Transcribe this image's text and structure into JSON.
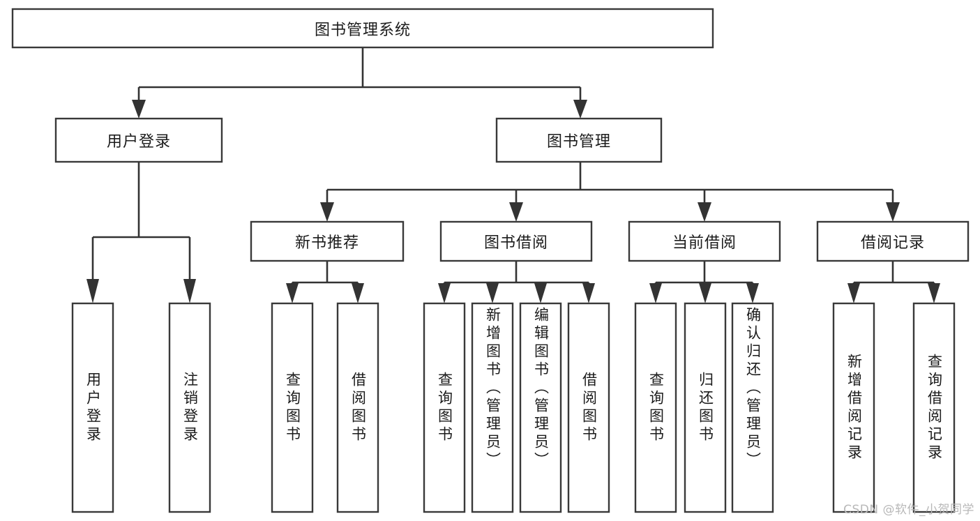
{
  "diagram": {
    "type": "hierarchy-tree",
    "title": "图书管理系统",
    "root": {
      "id": "root",
      "label": "图书管理系统",
      "orientation": "horizontal"
    },
    "level1": [
      {
        "id": "user-login",
        "label": "用户登录",
        "orientation": "horizontal"
      },
      {
        "id": "book-management",
        "label": "图书管理",
        "orientation": "horizontal"
      }
    ],
    "level2": [
      {
        "id": "new-book-recommend",
        "label": "新书推荐",
        "orientation": "horizontal",
        "parent": "book-management"
      },
      {
        "id": "book-borrow",
        "label": "图书借阅",
        "orientation": "horizontal",
        "parent": "book-management"
      },
      {
        "id": "current-borrow",
        "label": "当前借阅",
        "orientation": "horizontal",
        "parent": "book-management"
      },
      {
        "id": "borrow-record",
        "label": "借阅记录",
        "orientation": "horizontal",
        "parent": "book-management"
      }
    ],
    "leaves": [
      {
        "id": "leaf-user-login",
        "label": "用户登录",
        "orientation": "vertical",
        "parent": "user-login"
      },
      {
        "id": "leaf-user-logout",
        "label": "注销登录",
        "orientation": "vertical",
        "parent": "user-login"
      },
      {
        "id": "leaf-query-book-1",
        "label": "查询图书",
        "orientation": "vertical",
        "parent": "new-book-recommend"
      },
      {
        "id": "leaf-borrow-book-1",
        "label": "借阅图书",
        "orientation": "vertical",
        "parent": "new-book-recommend"
      },
      {
        "id": "leaf-query-book-2",
        "label": "查询图书",
        "orientation": "vertical",
        "parent": "book-borrow"
      },
      {
        "id": "leaf-add-book",
        "label": "新增图书（管理员）",
        "orientation": "vertical",
        "parent": "book-borrow"
      },
      {
        "id": "leaf-edit-book",
        "label": "编辑图书（管理员）",
        "orientation": "vertical",
        "parent": "book-borrow"
      },
      {
        "id": "leaf-borrow-book-2",
        "label": "借阅图书",
        "orientation": "vertical",
        "parent": "book-borrow"
      },
      {
        "id": "leaf-query-book-3",
        "label": "查询图书",
        "orientation": "vertical",
        "parent": "current-borrow"
      },
      {
        "id": "leaf-return-book",
        "label": "归还图书",
        "orientation": "vertical",
        "parent": "current-borrow"
      },
      {
        "id": "leaf-confirm-return",
        "label": "确认归还（管理员）",
        "orientation": "vertical",
        "parent": "current-borrow"
      },
      {
        "id": "leaf-add-record",
        "label": "新增借阅记录",
        "orientation": "vertical",
        "parent": "borrow-record"
      },
      {
        "id": "leaf-query-record",
        "label": "查询借阅记录",
        "orientation": "vertical",
        "parent": "borrow-record"
      }
    ],
    "watermark": "CSDN @软件_小贺同学",
    "colors": {
      "box_stroke": "#393939",
      "box_fill": "#ffffff",
      "connector": "#333333",
      "text": "#1b1b1b",
      "watermark": "#b8b8b8",
      "background": "#ffffff"
    }
  }
}
